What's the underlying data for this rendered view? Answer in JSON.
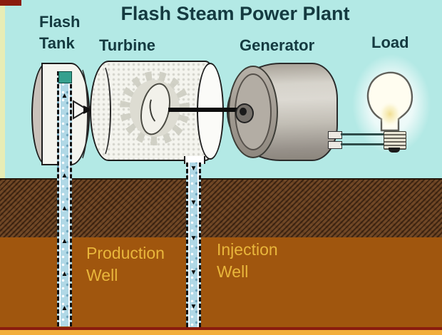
{
  "title": "Flash Steam Power Plant",
  "labels": {
    "flash_tank_line1": "Flash",
    "flash_tank_line2": "Tank",
    "turbine": "Turbine",
    "generator": "Generator",
    "load": "Load",
    "production_well_line1": "Production",
    "production_well_line2": "Well",
    "injection_well_line1": "Injection",
    "injection_well_line2": "Well"
  },
  "icons": {
    "arrow_up": "▲",
    "arrow_down": "▼"
  },
  "colors": {
    "sky": "#b3e9e5",
    "label_dark": "#143a40",
    "well_label": "#e9b63b",
    "soil_dark": "#6b4526",
    "soil_light": "#a0560e",
    "bottom_border": "#f2ae3c",
    "maroon_line": "#8a1c0e",
    "left_border": "#e7edb5",
    "pipe_fill": "#b0d8e6",
    "white_body": "#f4f4ee",
    "teal_valve": "#35a08e"
  }
}
